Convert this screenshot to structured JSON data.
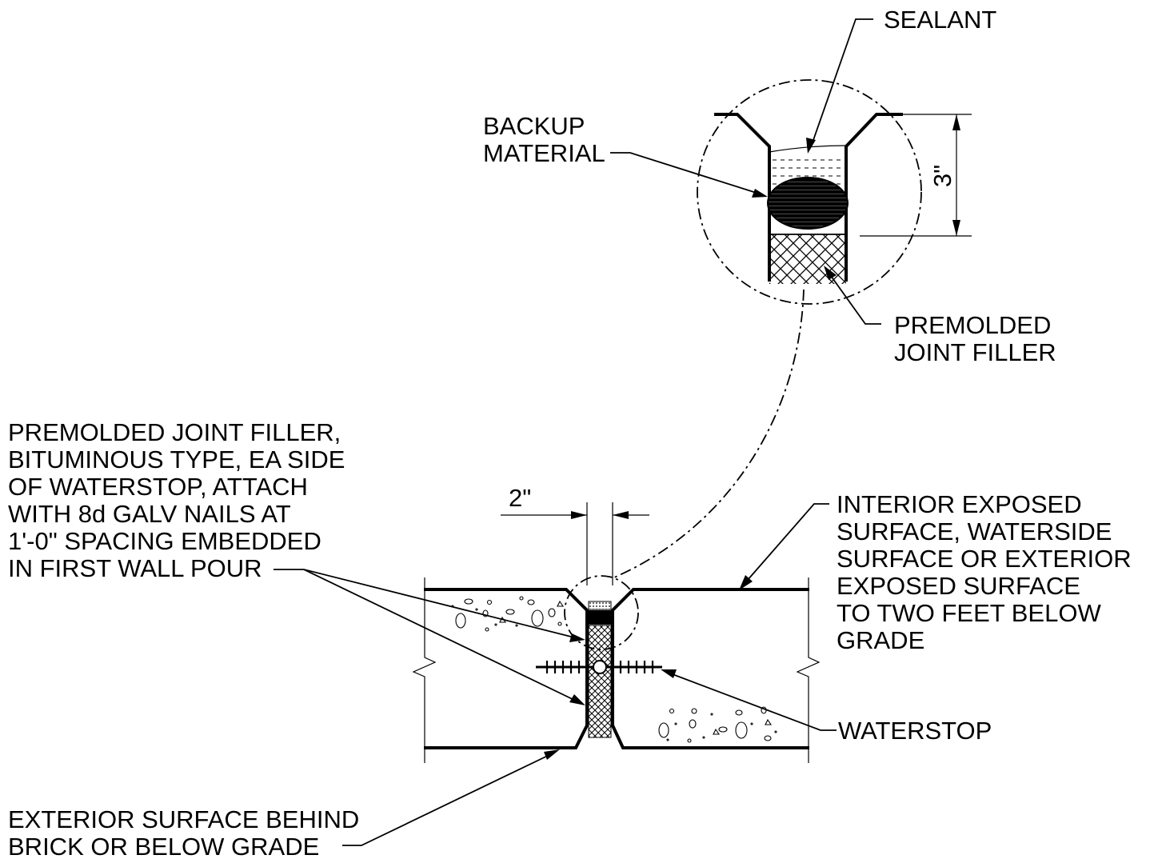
{
  "labels": {
    "sealant": "SEALANT",
    "backup_line1": "BACKUP",
    "backup_line2": "MATERIAL",
    "dim_3in": "3\"",
    "premolded_line1": "PREMOLDED",
    "premolded_line2": "JOINT FILLER",
    "note_left": [
      "PREMOLDED JOINT FILLER,",
      "BITUMINOUS TYPE, EA SIDE",
      "OF WATERSTOP, ATTACH",
      "WITH 8d GALV NAILS  AT",
      "1'-0\" SPACING EMBEDDED",
      "IN FIRST WALL POUR"
    ],
    "dim_2in": "2\"",
    "interior_note": [
      "INTERIOR EXPOSED",
      "SURFACE, WATERSIDE",
      "SURFACE OR EXTERIOR",
      "EXPOSED SURFACE",
      "TO TWO FEET BELOW",
      "GRADE"
    ],
    "waterstop": "WATERSTOP",
    "exterior_note": [
      "EXTERIOR SURFACE BEHIND",
      "BRICK OR BELOW GRADE"
    ]
  }
}
